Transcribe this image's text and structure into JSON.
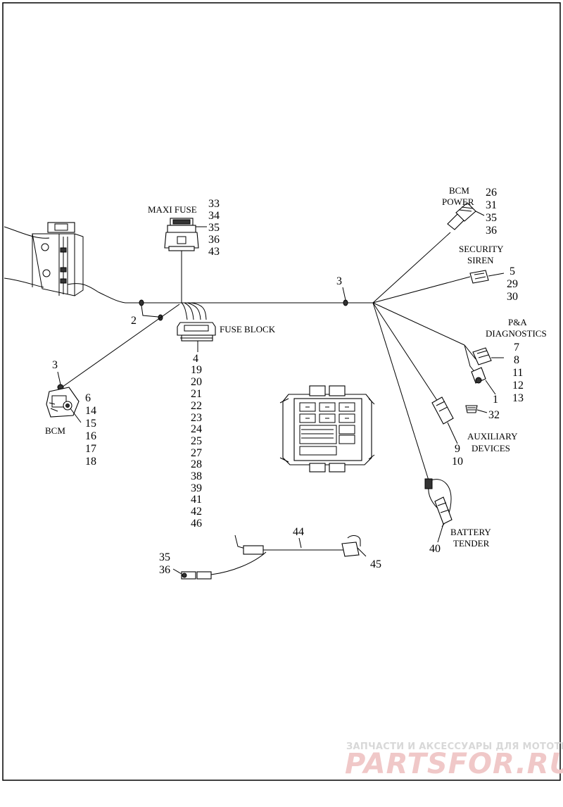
{
  "labels": {
    "maxi_fuse": "MAXI FUSE",
    "fuse_block": "FUSE BLOCK",
    "bcm": "BCM",
    "bcm_power_1": "BCM",
    "bcm_power_2": "POWER",
    "security_siren_1": "SECURITY",
    "security_siren_2": "SIREN",
    "pa_diag_1": "P&A",
    "pa_diag_2": "DIAGNOSTICS",
    "aux_1": "AUXILIARY",
    "aux_2": "DEVICES",
    "battery_1": "BATTERY",
    "battery_2": "TENDER"
  },
  "callouts": {
    "maxi_fuse": [
      "33",
      "34",
      "35",
      "36",
      "43"
    ],
    "fuse_block": [
      "4",
      "19",
      "20",
      "21",
      "22",
      "23",
      "24",
      "25",
      "27",
      "28",
      "38",
      "39",
      "41",
      "42",
      "46"
    ],
    "bcm": [
      "6",
      "14",
      "15",
      "16",
      "17",
      "18"
    ],
    "bcm_power": [
      "26",
      "31",
      "35",
      "36"
    ],
    "security_siren": [
      "5",
      "29",
      "30"
    ],
    "pa_diag": [
      "7",
      "8",
      "11",
      "12",
      "13"
    ],
    "aux": [
      "9",
      "10"
    ],
    "single": {
      "clip_main": "3",
      "clip_left": "2",
      "bcm_clip": "3",
      "pa_cap": "1",
      "aux_cap": "32",
      "battery": "40",
      "tender_harness": "44",
      "tender_end": "45",
      "tender_plug_a": "35",
      "tender_plug_b": "36"
    }
  },
  "watermark": {
    "top": "ЗАПЧАСТИ И АКСЕССУАРЫ ДЛЯ МОТОТЕХНИКИ",
    "main": "PARTSFOR.RU"
  }
}
